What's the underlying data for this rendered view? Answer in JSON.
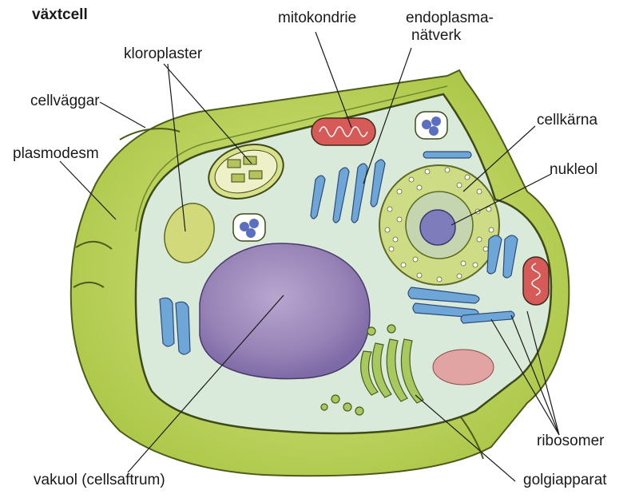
{
  "title": "växtcell",
  "labels": {
    "mitokondrie": "mitokondrie",
    "endoplasma_1": "endoplasma-",
    "endoplasma_2": "nätverk",
    "kloroplaster": "kloroplaster",
    "cellvaggar": "cellväggar",
    "plasmodesm": "plasmodesm",
    "cellkarna": "cellkärna",
    "nukleol": "nukleol",
    "ribosomer": "ribosomer",
    "vakuol": "vakuol (cellsaftrum)",
    "golgiapparat": "golgiapparat"
  },
  "colors": {
    "cell_wall": "#c9dc6a",
    "cell_wall_dark": "#9fbe3c",
    "cytoplasm": "#d8ead9",
    "vacuole": "#9c86b8",
    "nucleus": "#c8d67a",
    "nucleolus": "#7a78b8",
    "er": "#6fa6d8",
    "mitochondria": "#d95b5b",
    "golgi": "#a8c860",
    "chloroplast": "#b5c46a"
  }
}
